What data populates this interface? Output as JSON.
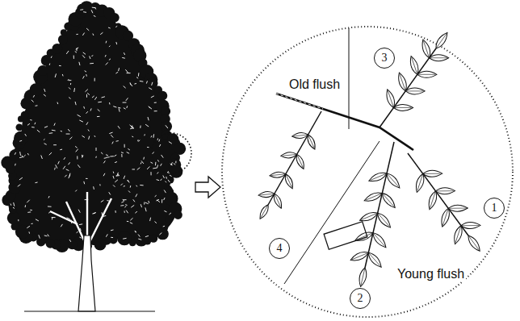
{
  "diagram": {
    "nodes": [
      {
        "text": [
          "3"
        ]
      },
      {
        "text": [
          "1"
        ]
      },
      {
        "text": [
          "4"
        ]
      },
      {
        "text": [
          "2"
        ]
      }
    ],
    "labels": [
      "Old flush",
      "Young flush"
    ]
  }
}
